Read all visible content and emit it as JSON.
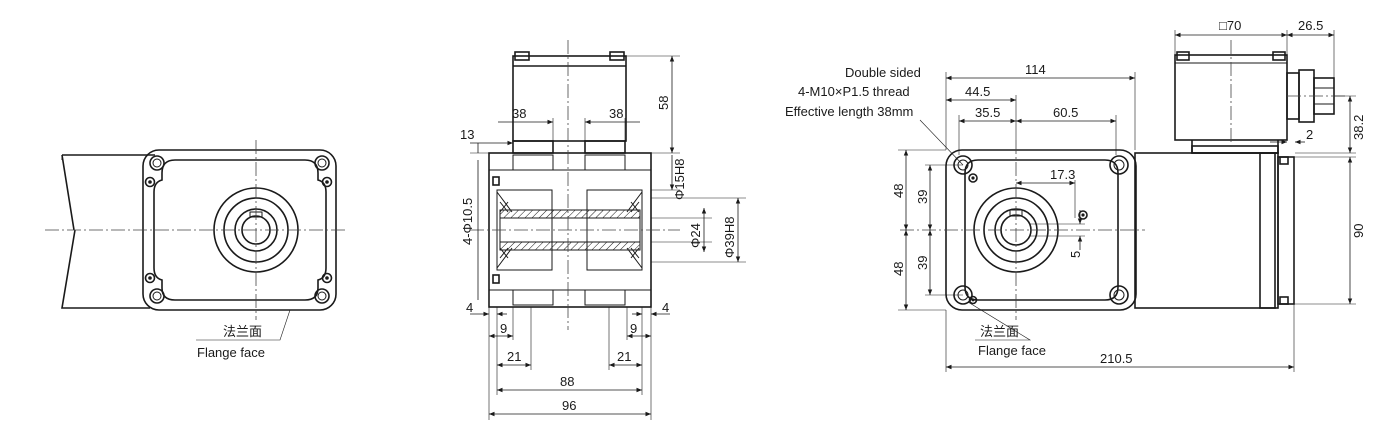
{
  "views": {
    "left": {
      "flange_cn": "法兰面",
      "flange_en": "Flange face"
    },
    "middle": {
      "dim_38_left": "38",
      "dim_38_right": "38",
      "dim_58": "58",
      "dim_13": "13",
      "dim_phi15": "Φ15H8",
      "dim_4phi": "4-Φ10.5",
      "dim_phi24": "Φ24",
      "dim_phi39": "Φ39H8",
      "dim_4_left": "4",
      "dim_4_right": "4",
      "dim_9_left": "9",
      "dim_9_right": "9",
      "dim_21_left": "21",
      "dim_21_right": "21",
      "dim_88": "88",
      "dim_96": "96"
    },
    "right": {
      "note_line1": "Double sided",
      "note_line2": "4-M10×P1.5 thread",
      "note_line3": "Effective length 38mm",
      "dim_box70": "□70",
      "dim_26_5": "26.5",
      "dim_114": "114",
      "dim_44_5": "44.5",
      "dim_35_5": "35.5",
      "dim_60_5": "60.5",
      "dim_38_2": "38.2",
      "dim_2": "2",
      "dim_17_3": "17.3",
      "dim_48_top": "48",
      "dim_39_top": "39",
      "dim_48_bot": "48",
      "dim_39_bot": "39",
      "dim_5": "5",
      "dim_90": "90",
      "flange_cn": "法兰面",
      "flange_en": "Flange face",
      "dim_210_5": "210.5"
    }
  }
}
